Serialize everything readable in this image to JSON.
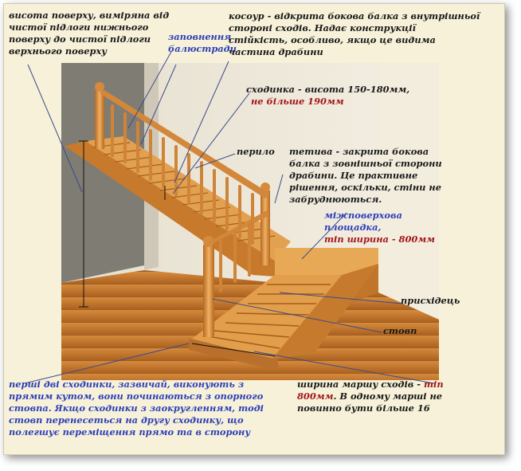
{
  "colors": {
    "background": "#f6f1d8",
    "text": "#1a1a1a",
    "blue_text": "#2f3fb8",
    "red_text": "#a3161b",
    "wood": "#d9923f"
  },
  "labels": {
    "floor_height": {
      "lines": [
        "висота поверху, виміряна від",
        "чистої підлоги нижнього",
        "поверху до чистої підлоги",
        "верхнього поверху"
      ]
    },
    "balustrade_fill": {
      "lines": [
        "заповнення",
        "балюстради"
      ]
    },
    "stringer": {
      "lines": [
        "косоур - відкрита бокова балка з внутрішньої",
        "стороні сходів. Надає конструкції",
        "стійкість, особливо, якщо це видима",
        "частина драбини"
      ]
    },
    "step": {
      "line1": "сходинка - висота 150-180мм,",
      "line2": "не більше 190мм"
    },
    "handrail": {
      "text": "перило"
    },
    "closed_string": {
      "lines": [
        "тетива - закрита бокова",
        "балка з зовнішньої сторони",
        "драбини. Це практивне",
        "рішення, оскільки, стіни не",
        "забруднюються."
      ]
    },
    "landing": {
      "line1": "міжповерхова",
      "line2": "площадка,",
      "line3": "тіп ширина - 800мм"
    },
    "riser": {
      "text": "присхідець"
    },
    "post": {
      "text": "стовп"
    },
    "first_steps": {
      "lines": [
        "перші дві сходинки, зазвичай, виконують з",
        "прямим кутом, вони починаються з опорного",
        "стовпа. Якщо сходинки з заокругленням, тоді",
        "стовп перенесеться на другу сходинку, що",
        "полегшує переміщення прямо та в сторону"
      ]
    },
    "flight_width": {
      "line1_a": "ширина маршу сходів - ",
      "line1_b": "тіп",
      "line2_a": "800мм",
      "line2_b": ". В одному марші не",
      "line3": "повинно бути більше 16"
    }
  }
}
